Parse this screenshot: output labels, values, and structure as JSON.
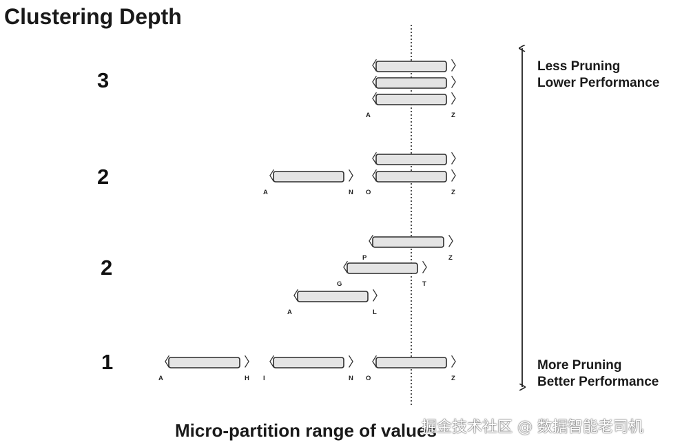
{
  "title": "Clustering Depth",
  "xlabel": "Micro-partition range of values",
  "watermark": "掘金技术社区 @ 数据智能老司机",
  "top_note": [
    "Less Pruning",
    "Lower Performance"
  ],
  "bottom_note": [
    "More Pruning",
    "Better Performance"
  ],
  "groups": [
    {
      "depth": "3",
      "partitions": [
        {
          "start": "",
          "end": ""
        },
        {
          "start": "",
          "end": ""
        },
        {
          "start": "A",
          "end": "Z"
        }
      ]
    },
    {
      "depth": "2",
      "partitions": [
        {
          "start": "",
          "end": ""
        },
        {
          "start": "A",
          "end": "N"
        },
        {
          "start": "O",
          "end": "Z"
        }
      ]
    },
    {
      "depth": "2",
      "partitions": [
        {
          "start": "P",
          "end": "Z"
        },
        {
          "start": "G",
          "end": "T"
        },
        {
          "start": "A",
          "end": "L"
        }
      ]
    },
    {
      "depth": "1",
      "partitions": [
        {
          "start": "A",
          "end": "H"
        },
        {
          "start": "I",
          "end": "N"
        },
        {
          "start": "O",
          "end": "Z"
        }
      ]
    }
  ]
}
